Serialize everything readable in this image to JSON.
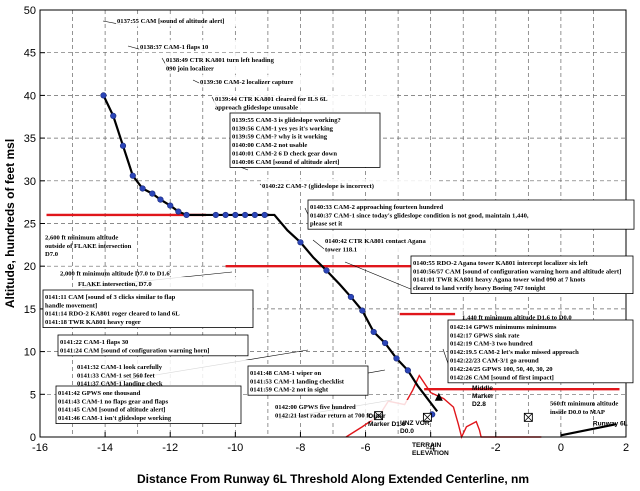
{
  "chart_data": {
    "type": "line",
    "title": "",
    "xlabel": "Distance From Runway 6L Threshold Along Extended Centerline, nm",
    "ylabel": "Altitude, hundreds of feet msl",
    "xlim": [
      -16,
      2
    ],
    "ylim": [
      0,
      50
    ],
    "xticks": [
      "-16",
      "-14",
      "-12",
      "-10",
      "-8",
      "-6",
      "-4",
      "-2",
      "0",
      "2"
    ],
    "yticks": [
      "0",
      "5",
      "10",
      "15",
      "20",
      "25",
      "30",
      "35",
      "40",
      "45",
      "50"
    ],
    "grid": true,
    "flight_path": {
      "x": [
        -14.05,
        -13.75,
        -13.45,
        -13.15,
        -12.85,
        -12.55,
        -12.3,
        -12.0,
        -11.75,
        -11.5,
        -11.2,
        -10.9,
        -10.6,
        -10.3,
        -10.0,
        -9.7,
        -9.4,
        -9.1,
        -8.8,
        -8.4,
        -8.0,
        -7.6,
        -7.2,
        -6.8,
        -6.45,
        -6.1,
        -5.75,
        -5.4,
        -5.05,
        -4.7,
        -4.4,
        -4.1,
        -3.9,
        -3.8
      ],
      "y": [
        40.0,
        37.6,
        34.1,
        30.6,
        29.1,
        28.5,
        27.8,
        27.1,
        26.4,
        26.0,
        26.0,
        26.0,
        26.0,
        26.0,
        26.0,
        26.0,
        26.0,
        26.0,
        26.0,
        24.2,
        22.8,
        21.0,
        19.5,
        17.9,
        16.4,
        14.8,
        12.3,
        11.0,
        9.2,
        7.8,
        6.0,
        4.5,
        3.5,
        3.0
      ],
      "marker_x": [
        -14.05,
        -13.75,
        -13.45,
        -13.15,
        -12.85,
        -12.55,
        -12.3,
        -12.0,
        -11.75,
        -11.5,
        -10.6,
        -10.3,
        -10.0,
        -9.7,
        -9.4,
        -9.1,
        -8.0,
        -7.2,
        -6.45,
        -6.1,
        -5.75,
        -5.4,
        -5.05,
        -4.7
      ]
    },
    "min_altitude_segments": [
      {
        "label": "2,600 ft minimum altitude outside of FLAKE intersection D7.0",
        "x": [
          -15.8,
          -10.9
        ],
        "y": 26.0
      },
      {
        "label": "2,000 ft minimum altitude D7.0 to D1.6",
        "x": [
          -10.3,
          -3.75
        ],
        "y": 20.0
      },
      {
        "label": "1,440 ft minimum altitude D1.6 to D0.0",
        "x": [
          -4.95,
          -3.25
        ],
        "y": 14.4
      },
      {
        "label": "560 ft minimum altitude inside D0.0 to MAP",
        "x": [
          -4.2,
          1.8
        ],
        "y": 5.6
      }
    ],
    "terrain": {
      "x": [
        -6.6,
        -6.1,
        -5.6,
        -5.5,
        -5.3,
        -4.8,
        -4.55,
        -4.35,
        -4.0,
        -3.6,
        -3.3,
        -3.15,
        -3.05,
        -2.9,
        -2.6,
        -2.5,
        -2.45,
        -2.2,
        -2.0,
        -1.8,
        -1.5,
        -1.0,
        -0.6
      ],
      "y": [
        0.0,
        1.2,
        2.5,
        3.0,
        4.2,
        3.8,
        5.5,
        7.2,
        5.2,
        4.5,
        3.5,
        1.5,
        0.0,
        1.2,
        1.8,
        0.8,
        0.0,
        0.0,
        0.0,
        0.0,
        0.0,
        0.0,
        0.0
      ]
    },
    "runway": {
      "label": "Runway 6L",
      "x": [
        0.0,
        1.7
      ],
      "y": [
        0.2,
        1.5
      ]
    },
    "markers": [
      {
        "label": "Outer Marker D1.6",
        "x": -5.6,
        "y": 2.5
      },
      {
        "label": "UNZ VOR D0.0",
        "x": -4.1,
        "y": 2.3
      },
      {
        "label": "Middle Marker D2.8",
        "x": -1.0,
        "y": 2.3
      },
      {
        "label": "TERRAIN ELEVATION",
        "x": -3.7,
        "y": 0.8
      }
    ],
    "annotations": [
      [
        "0137:55 CAM [sound of altitude alert]"
      ],
      [
        "0138:37 CAM-1 flaps 10"
      ],
      [
        "0138:49 CTR KA801 turn left heading",
        "090 join localizer"
      ],
      [
        "0139:30 CAM-2 localizer capture"
      ],
      [
        "0139:44 CTR KA801 cleared for ILS 6L",
        "approach glideslope unusable"
      ],
      [
        "0139:55 CAM-3 is glideslope working?",
        "0139:56 CAM-1 yes yes it's working",
        "0139:59 CAM-? why is it working",
        "0140:00 CAM-2 not usable",
        "0140:01 CAM-2 6 D check gear down",
        "0140:06 CAM [sound of altitude alert]"
      ],
      [
        "0140:22 CAM-? (glideslope is incorrect)"
      ],
      [
        "0140:33 CAM-2 approaching fourteen hundred",
        "0140:37 CAM-1 since today's glideslope condition is not good, maintain 1,440,",
        "please set it"
      ],
      [
        "0140:42 CTR KA801 contact Agana",
        "tower 118.1"
      ],
      [
        "0140:55 RDO-2 Agana tower KA801 intercept localizer six left",
        "0140:56/57 CAM [sound of configuration warning horn and altitude alert]",
        "0141:01 TWR KA801 heavy Agana tower wind 090 at 7 knots",
        "cleared to land verify heavy Boeing 747 tonight"
      ],
      [
        "0141:11 CAM [sound of 3 clicks similar to flap",
        "handle movement]",
        "0141:14 RDO-2 KA801 roger cleared to land 6L",
        "0141:18 TWR KA801 heavy roger"
      ],
      [
        "0141:22 CAM-1 flaps 30",
        "0141:24 CAM [sound of configuration warning horn]"
      ],
      [
        "0141:32 CAM-1 look carefully",
        "0141:33 CAM-1 set 560 feet",
        "0141:37 CAM-1 landing check"
      ],
      [
        "0141:42 GPWS one thousand",
        "0141:43 CAM-1 no flaps gear and flaps",
        "0141:45 CAM [sound of altitude alert]",
        "0141:46 CAM-1 isn't glideslope working"
      ],
      [
        "0141:48 CAM-1 wiper on",
        "0141:53 CAM-1 landing checklist",
        "0141:59 CAM-2 not in sight"
      ],
      [
        "0142:00 GPWS five hundred",
        "0142:21 last radar return at 700 ft"
      ],
      [
        "0142:14 GPWS minimums minimums",
        "0142:17 GPWS sink rate",
        "0142:19 CAM-3 two hundred",
        "0142:19.5 CAM-2 let's make missed approach",
        "0142:22/23 CAM-3/1 go around",
        "0142:24/25 GPWS 100, 50, 40, 30, 20",
        "0142:26 CAM [sound of first impact]"
      ],
      [
        "FLAKE intersection, D7.0"
      ]
    ]
  }
}
